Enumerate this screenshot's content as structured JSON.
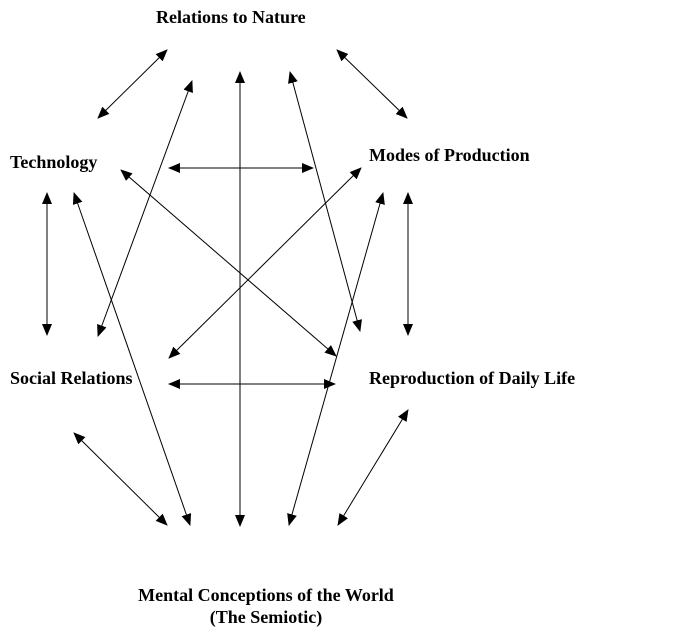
{
  "nodes": {
    "relations_to_nature": "Relations to Nature",
    "technology": "Technology",
    "modes_of_production": "Modes of Production",
    "social_relations": "Social Relations",
    "reproduction_of_daily_life": "Reproduction of Daily Life",
    "mental_conceptions": "Mental Conceptions of the World",
    "mental_conceptions_sub": "(The Semiotic)"
  },
  "edges": [
    {
      "from": "relations_to_nature",
      "to": "technology"
    },
    {
      "from": "relations_to_nature",
      "to": "modes_of_production"
    },
    {
      "from": "relations_to_nature",
      "to": "social_relations"
    },
    {
      "from": "relations_to_nature",
      "to": "mental_conceptions"
    },
    {
      "from": "relations_to_nature",
      "to": "reproduction_of_daily_life"
    },
    {
      "from": "technology",
      "to": "modes_of_production"
    },
    {
      "from": "technology",
      "to": "social_relations"
    },
    {
      "from": "technology",
      "to": "reproduction_of_daily_life"
    },
    {
      "from": "technology",
      "to": "mental_conceptions"
    },
    {
      "from": "modes_of_production",
      "to": "social_relations"
    },
    {
      "from": "modes_of_production",
      "to": "reproduction_of_daily_life"
    },
    {
      "from": "modes_of_production",
      "to": "mental_conceptions"
    },
    {
      "from": "social_relations",
      "to": "reproduction_of_daily_life"
    },
    {
      "from": "social_relations",
      "to": "mental_conceptions"
    },
    {
      "from": "reproduction_of_daily_life",
      "to": "mental_conceptions"
    }
  ],
  "colors": {
    "ink": "#000000",
    "background": "#ffffff"
  }
}
